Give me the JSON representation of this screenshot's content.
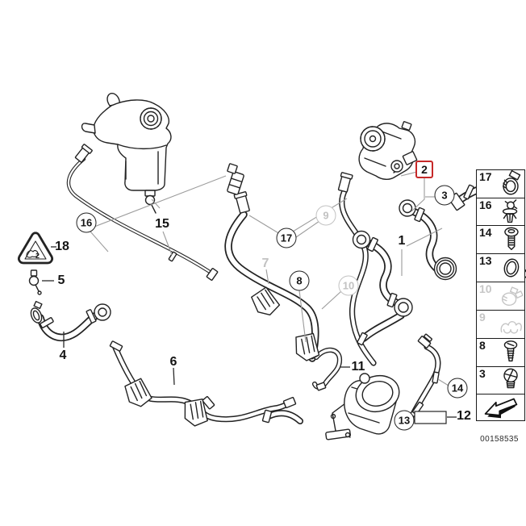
{
  "diagram": {
    "doc_number": "00158535",
    "warning_symbol": "2",
    "colors": {
      "line": "#232323",
      "muted": "#c2c2c2",
      "leader": "#9c9c9c",
      "highlight_red": "#c62828",
      "background": "#ffffff"
    },
    "components": [
      "expansion-tank",
      "thermostat-housing",
      "electric-water-pump",
      "water-hoses",
      "vent-hose",
      "disposal-warning-triangle"
    ]
  },
  "callouts": [
    {
      "label": "1",
      "style": "plain"
    },
    {
      "label": "2",
      "style": "red-box",
      "highlighted": true
    },
    {
      "label": "3",
      "style": "circle"
    },
    {
      "label": "4",
      "style": "plain"
    },
    {
      "label": "5",
      "style": "plain"
    },
    {
      "label": "6",
      "style": "plain"
    },
    {
      "label": "7",
      "style": "muted-plain"
    },
    {
      "label": "8",
      "style": "circle"
    },
    {
      "label": "9",
      "style": "muted-circle"
    },
    {
      "label": "10",
      "style": "muted-circle"
    },
    {
      "label": "11",
      "style": "plain"
    },
    {
      "label": "12",
      "style": "plain"
    },
    {
      "label": "13",
      "style": "circle"
    },
    {
      "label": "14",
      "style": "circle"
    },
    {
      "label": "15",
      "style": "plain"
    },
    {
      "label": "16",
      "style": "circle"
    },
    {
      "label": "17",
      "style": "circle"
    },
    {
      "label": "18",
      "style": "plain"
    }
  ],
  "legend": {
    "items": [
      {
        "label": "17",
        "icon": "hose-clamp-icon",
        "muted": false
      },
      {
        "label": "16",
        "icon": "expanding-rivet-icon",
        "muted": false
      },
      {
        "label": "14",
        "icon": "washer-screw-icon",
        "muted": false
      },
      {
        "label": "13",
        "icon": "o-ring-icon",
        "muted": false
      },
      {
        "label": "10",
        "icon": "spring-clamp-icon",
        "muted": true
      },
      {
        "label": "9",
        "icon": "wire-clip-icon",
        "muted": true
      },
      {
        "label": "8",
        "icon": "self-tapping-screw-icon",
        "muted": false
      },
      {
        "label": "3",
        "icon": "sealing-plug-icon",
        "muted": false
      },
      {
        "label": "",
        "icon": "direction-arrow-icon",
        "muted": false
      }
    ]
  }
}
